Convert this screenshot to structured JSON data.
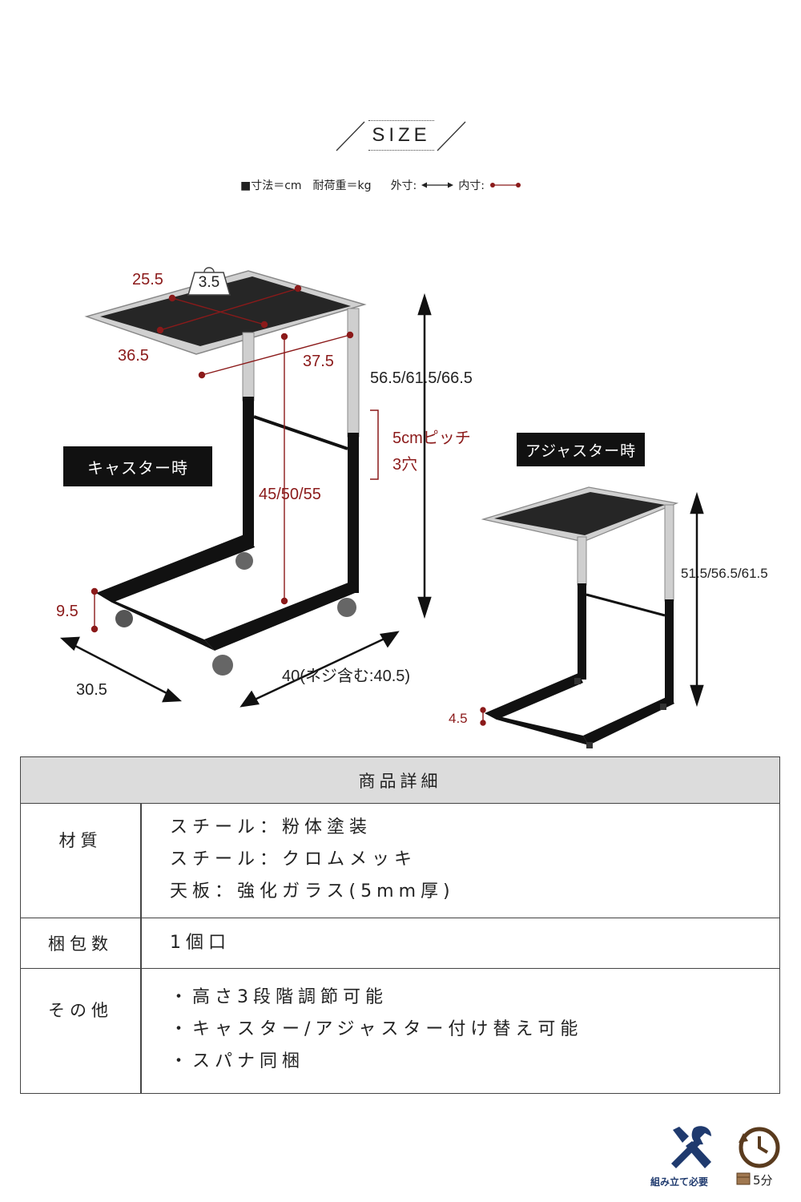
{
  "header": {
    "title": "SIZE",
    "legend": {
      "units": "■寸法＝cm　耐荷重＝kg",
      "outer_label": "外寸:",
      "inner_label": "内寸:"
    }
  },
  "caster_view": {
    "tag": "キャスター時",
    "weight": "3.5",
    "top_width": "25.5",
    "top_depth": "36.5",
    "arm_depth": "37.5",
    "total_height": "56.5/61.5/66.5",
    "pitch_line1": "5cmピッチ",
    "pitch_line2": "3穴",
    "inner_height": "45/50/55",
    "base_clearance": "9.5",
    "base_width": "30.5",
    "base_depth": "40(ネジ含む:40.5)"
  },
  "adjuster_view": {
    "tag": "アジャスター時",
    "total_height": "51.5/56.5/61.5",
    "base_clearance": "4.5"
  },
  "spec_table": {
    "title": "商品詳細",
    "rows": [
      {
        "key": "材質",
        "values": [
          "スチール：粉体塗装",
          "スチール：クロムメッキ",
          "天板：強化ガラス(5mm厚)"
        ]
      },
      {
        "key": "梱包数",
        "values": [
          "1個口"
        ]
      },
      {
        "key": "その他",
        "values": [
          "・高さ3段階調節可能",
          "・キャスター/アジャスター付け替え可能",
          "・スパナ同梱"
        ]
      }
    ]
  },
  "footer": {
    "assembly": "組み立て必要",
    "time": "5分"
  },
  "colors": {
    "dimension_red": "#8b1a1a",
    "frame_black": "#111111",
    "chrome": "#c8c8c8",
    "table_header_bg": "#dcdcdc",
    "icon_blue": "#1f3a6e",
    "clock_brown": "#5a3b1e"
  }
}
